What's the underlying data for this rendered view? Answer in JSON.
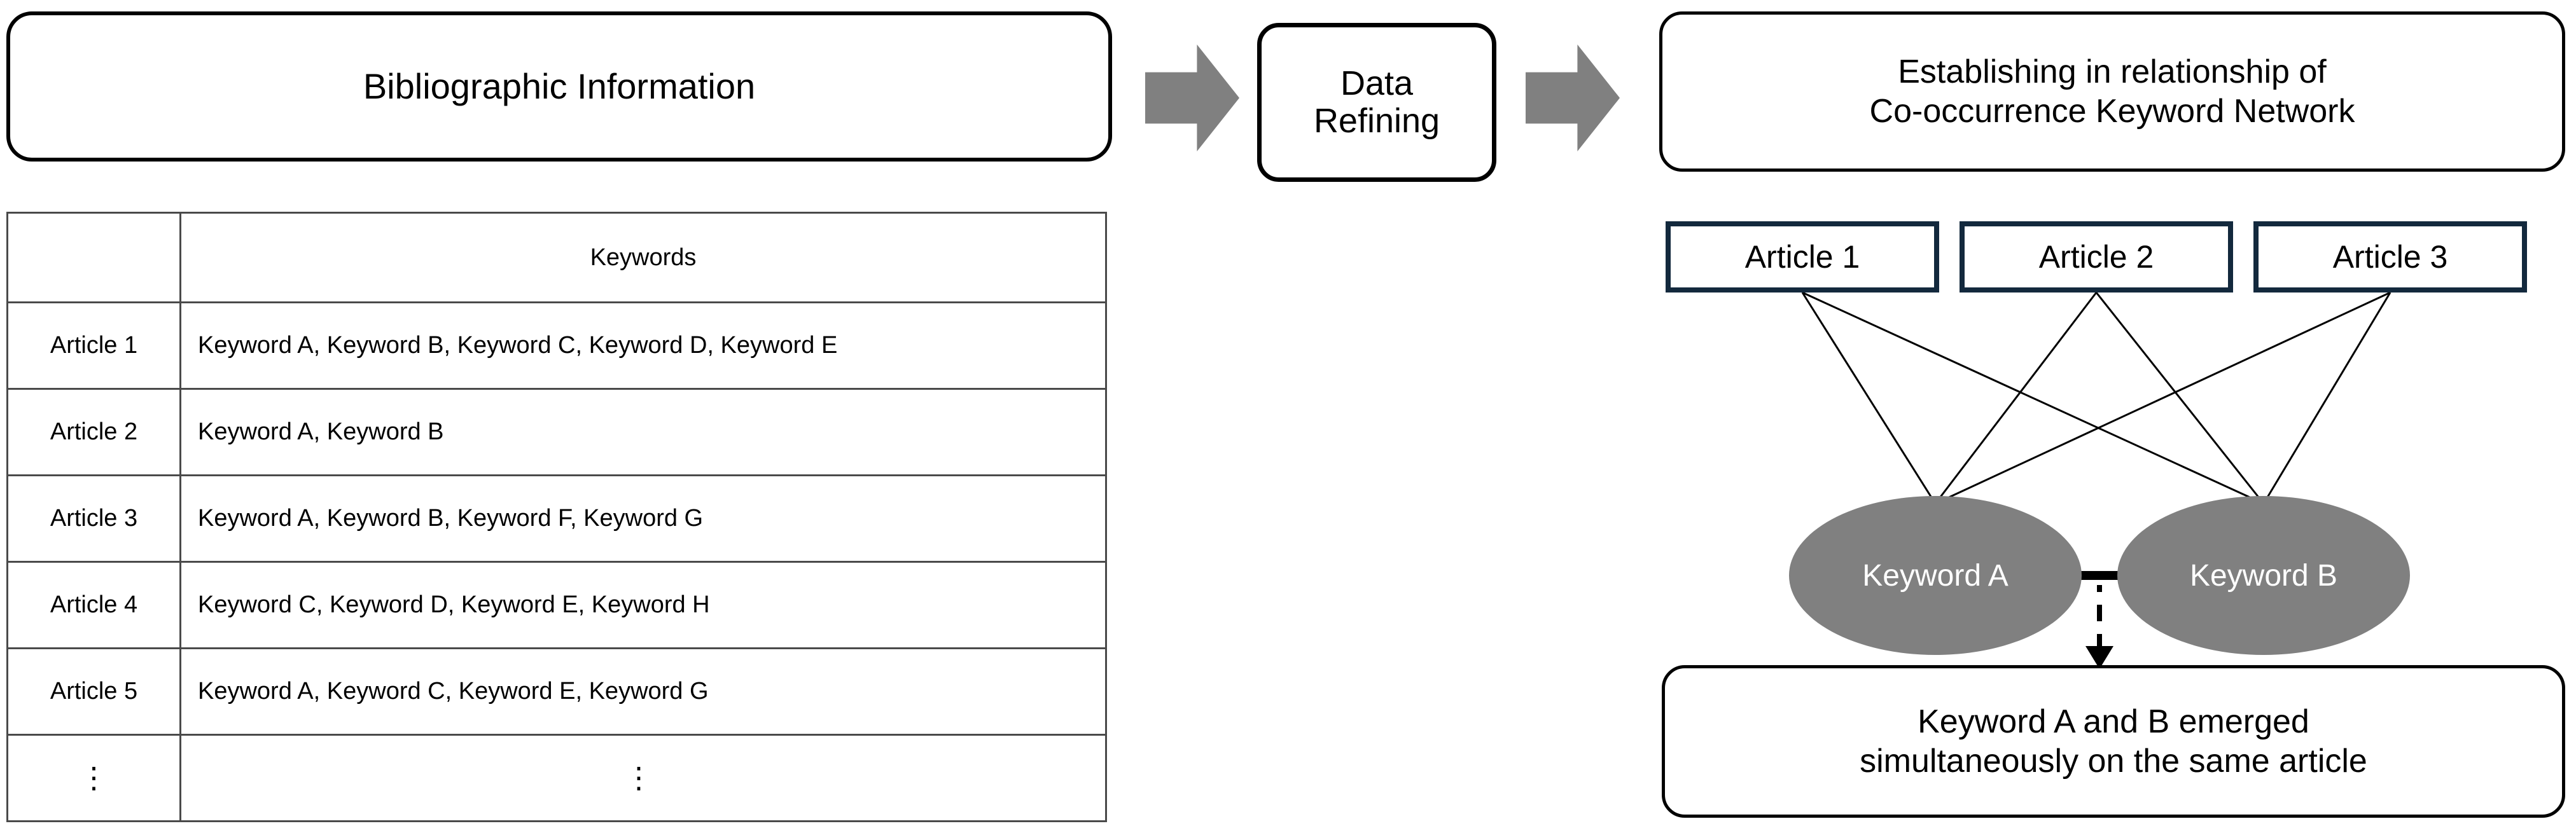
{
  "flow": {
    "source_box": {
      "label": "Bibliographic Information"
    },
    "arrow_1": {
      "icon": "right-block-arrow",
      "color": "#808080"
    },
    "process_box": {
      "line1": "Data",
      "line2": "Refining"
    },
    "arrow_2": {
      "icon": "right-block-arrow",
      "color": "#808080"
    },
    "result_box": {
      "line1": "Establishing in relationship of",
      "line2": "Co-occurrence Keyword Network"
    }
  },
  "table": {
    "columns": [
      "",
      "Keywords"
    ],
    "rows": [
      {
        "article": "Article 1",
        "keywords": "Keyword A, Keyword B, Keyword C, Keyword D, Keyword E"
      },
      {
        "article": "Article 2",
        "keywords": "Keyword A, Keyword B"
      },
      {
        "article": "Article 3",
        "keywords": "Keyword A, Keyword B, Keyword F, Keyword G"
      },
      {
        "article": "Article 4",
        "keywords": "Keyword C, Keyword D, Keyword E, Keyword H"
      },
      {
        "article": "Article 5",
        "keywords": "Keyword A, Keyword C, Keyword E, Keyword G"
      },
      {
        "article": "⋮",
        "keywords": "⋮"
      }
    ]
  },
  "network": {
    "article_nodes": [
      {
        "label": "Article 1"
      },
      {
        "label": "Article 2"
      },
      {
        "label": "Article 3"
      }
    ],
    "keyword_nodes": [
      {
        "label": "Keyword A",
        "fill": "#808080",
        "text_color": "#ffffff"
      },
      {
        "label": "Keyword B",
        "fill": "#808080",
        "text_color": "#ffffff"
      }
    ],
    "edges": [
      {
        "from": "Article 1",
        "to": "Keyword A"
      },
      {
        "from": "Article 1",
        "to": "Keyword B"
      },
      {
        "from": "Article 2",
        "to": "Keyword A"
      },
      {
        "from": "Article 2",
        "to": "Keyword B"
      },
      {
        "from": "Article 3",
        "to": "Keyword A"
      },
      {
        "from": "Article 3",
        "to": "Keyword B"
      }
    ],
    "co_occurrence_link": {
      "style": "solid-thick",
      "color": "#000000"
    },
    "callout_connector": {
      "style": "dashed-arrow",
      "color": "#000000"
    },
    "conclusion": {
      "line1": "Keyword A and B emerged",
      "line2": "simultaneously on the same article"
    }
  },
  "colors": {
    "article_border": "#13293d",
    "keyword_fill": "#808080",
    "arrow_gray": "#808080",
    "table_border": "#4a4a4a",
    "box_border": "#000000"
  }
}
